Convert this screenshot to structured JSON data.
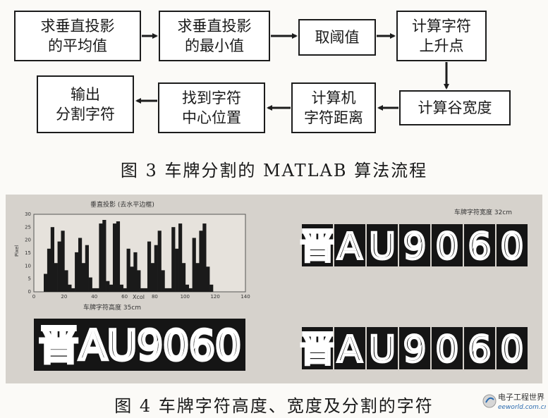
{
  "figure3": {
    "boxes": [
      {
        "line1": "求垂直投影",
        "line2": "的平均值"
      },
      {
        "line1": "求垂直投影",
        "line2": "的最小值"
      },
      {
        "line1": "取阈值",
        "line2": ""
      },
      {
        "line1": "计算字符",
        "line2": "上升点"
      },
      {
        "line1": "计算谷宽度",
        "line2": ""
      },
      {
        "line1": "计算机",
        "line2": "字符距离"
      },
      {
        "line1": "找到字符",
        "line2": "中心位置"
      },
      {
        "line1": "输出",
        "line2": "分割字符"
      }
    ],
    "caption": "图 3 车牌分割的 MATLAB 算法流程"
  },
  "figure4": {
    "plot": {
      "title": "垂直投影 (去水平边框)",
      "ylabel": "Pixel",
      "xlabel": "Xcol",
      "xticks": [
        "0",
        "20",
        "40",
        "60",
        "80",
        "100",
        "120",
        "140"
      ],
      "yticks": [
        "0",
        "5",
        "10",
        "15",
        "20",
        "25",
        "30"
      ]
    },
    "plate_text": "晋AU9060",
    "chars": [
      "晋",
      "A",
      "U",
      "9",
      "0",
      "6",
      "0"
    ],
    "label_height": "车牌字符高度 35cm",
    "label_width": "车牌字符宽度 32cm",
    "caption": "图 4 车牌字符高度、宽度及分割的字符"
  },
  "watermark": {
    "name": "电子工程世界",
    "url": "eeworld.com.cn"
  }
}
